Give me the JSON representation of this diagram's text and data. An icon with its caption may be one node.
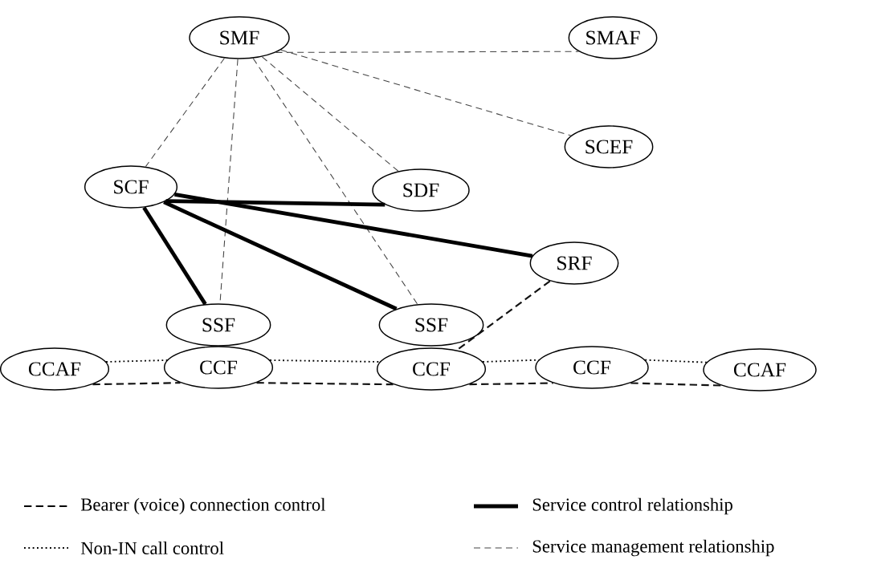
{
  "diagram": {
    "nodes": [
      {
        "text": [
          "SMF"
        ]
      },
      {
        "text": [
          "SMAF"
        ]
      },
      {
        "text": [
          "SCEF"
        ]
      },
      {
        "text": [
          "SCF"
        ]
      },
      {
        "text": [
          "SDF"
        ]
      },
      {
        "text": [
          "SRF"
        ]
      },
      {
        "text": [
          "SSF"
        ]
      },
      {
        "text": [
          "SSF"
        ]
      },
      {
        "text": [
          "CCAF"
        ]
      },
      {
        "text": [
          "CCF"
        ]
      },
      {
        "text": [
          "CCF"
        ]
      },
      {
        "text": [
          "CCF"
        ]
      },
      {
        "text": [
          "CCAF"
        ]
      }
    ],
    "edges": [
      {
        "from": 0,
        "to": 1,
        "arrow": "none",
        "style": "dashed",
        "color": "#444444"
      },
      {
        "from": 0,
        "to": 2,
        "arrow": "none",
        "style": "dashed",
        "color": "#444444"
      },
      {
        "from": 0,
        "to": 3,
        "arrow": "none",
        "style": "dashed",
        "color": "#444444"
      },
      {
        "from": 0,
        "to": 6,
        "arrow": "none",
        "style": "dashed",
        "color": "#444444"
      },
      {
        "from": 0,
        "to": 7,
        "arrow": "none",
        "style": "dashed",
        "color": "#444444"
      },
      {
        "from": 0,
        "to": 4,
        "arrow": "none",
        "style": "dashed",
        "color": "#444444"
      },
      {
        "from": 3,
        "to": 4,
        "arrow": "none",
        "style": "thick"
      },
      {
        "from": 3,
        "to": 5,
        "arrow": "none",
        "style": "thick"
      },
      {
        "from": 3,
        "to": 6,
        "arrow": "none",
        "style": "thick"
      },
      {
        "from": 3,
        "to": 7,
        "arrow": "none",
        "style": "thick"
      },
      {
        "from": 5,
        "to": 10,
        "arrow": "none",
        "style": "dashed",
        "color": "#111111"
      },
      {
        "from": 8,
        "to": 9,
        "arrow": "none",
        "style": "dashed"
      },
      {
        "from": 9,
        "to": 10,
        "arrow": "none",
        "style": "dashed"
      },
      {
        "from": 10,
        "to": 11,
        "arrow": "none",
        "style": "dashed"
      },
      {
        "from": 11,
        "to": 12,
        "arrow": "none",
        "style": "dashed"
      },
      {
        "from": 8,
        "to": 9,
        "arrow": "none",
        "style": "dashed",
        "color": "#111111"
      },
      {
        "from": 9,
        "to": 10,
        "arrow": "none",
        "style": "dashed",
        "color": "#111111"
      },
      {
        "from": 10,
        "to": 11,
        "arrow": "none",
        "style": "dashed",
        "color": "#111111"
      },
      {
        "from": 11,
        "to": 12,
        "arrow": "none",
        "style": "dashed",
        "color": "#111111"
      }
    ],
    "legend": [
      {
        "text": "Bearer (voice) connection control"
      },
      {
        "text": "Service control relationship"
      },
      {
        "text": "Non-IN call control"
      },
      {
        "text": "Service management relationship"
      }
    ]
  }
}
